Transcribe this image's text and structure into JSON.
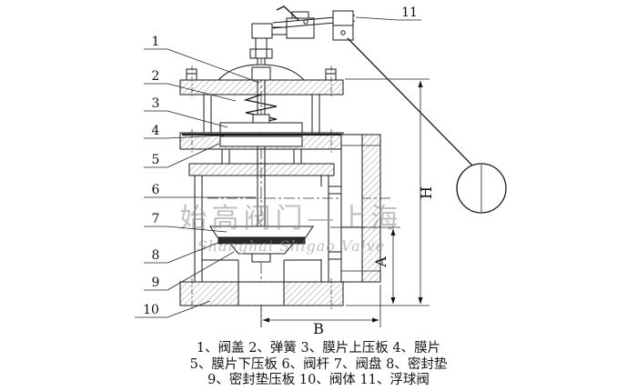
{
  "watermark": {
    "cn": "始高阀门—上海",
    "en": "Shanghai Shigao Valve"
  },
  "dim_labels": {
    "h": "H",
    "a": "A",
    "b": "B"
  },
  "callouts": [
    "1",
    "2",
    "3",
    "4",
    "5",
    "6",
    "7",
    "8",
    "9",
    "10",
    "11"
  ],
  "legend": {
    "line1": "1、阀盖 2、弹簧 3、膜片上压板 4、膜片",
    "line2": "5、膜片下压板 6、阀杆 7、阀盘 8、密封垫",
    "line3": "9、密封垫压板 10、阀体 11、浮球阀"
  }
}
